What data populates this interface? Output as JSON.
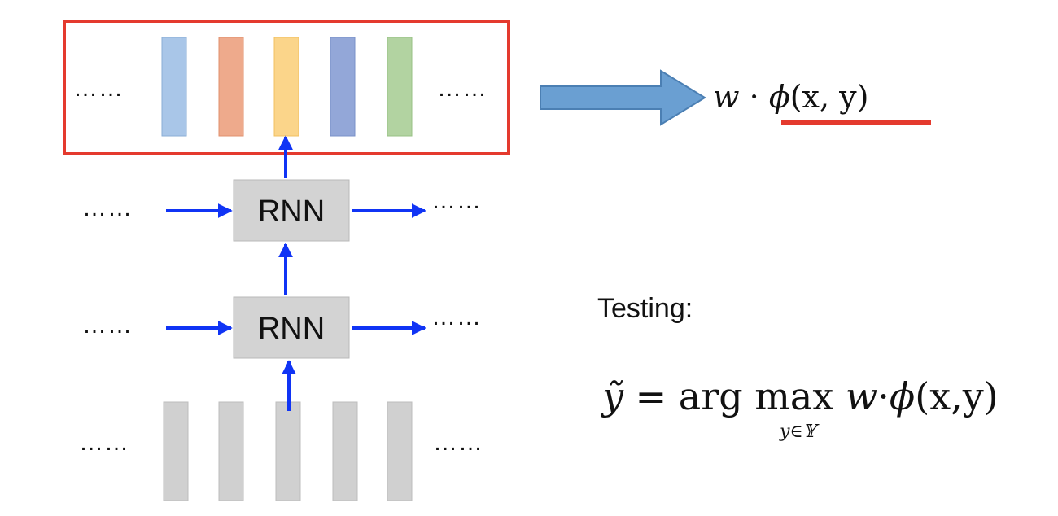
{
  "ellipsis": "……",
  "rnn_label": "RNN",
  "feature_expression": {
    "w": "w",
    "dot": "·",
    "phi": "ϕ",
    "args": "(x, y)"
  },
  "testing": {
    "label": "Testing:",
    "lhs": "ỹ",
    "equals": "=",
    "argmax": "arg max",
    "subscript": "y∈𝕐",
    "rhs_w": "w",
    "rhs_dot": "·",
    "rhs_phi": "ϕ",
    "rhs_args": "(x,y)"
  },
  "colors": {
    "output_box_border": "#e43a2e",
    "feature_underline": "#e43a2e",
    "arrows": "#1034f5",
    "rnn_box_fill": "#d3d3d3",
    "input_bar_fill": "#d0d0d0",
    "big_arrow_fill": "#6a9fd2",
    "output_bars": [
      "#a9c6e8",
      "#eeaa8c",
      "#fbd58a",
      "#93a7d8",
      "#b2d3a1"
    ]
  }
}
